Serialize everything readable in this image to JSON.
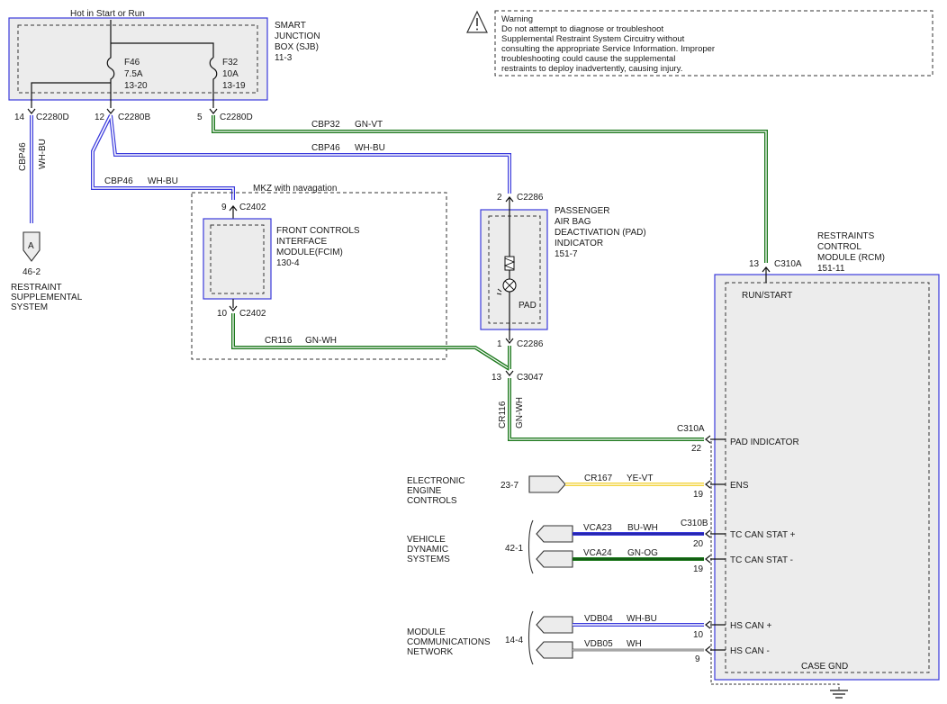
{
  "top_label": "Hot in Start or Run",
  "sjb": {
    "name_lines": [
      "SMART",
      "JUNCTION",
      "BOX (SJB)",
      "11-3"
    ],
    "fuses": [
      {
        "id": "F46",
        "rating": "7.5A",
        "ref": "13-20"
      },
      {
        "id": "F32",
        "rating": "10A",
        "ref": "13-19"
      }
    ]
  },
  "warning": {
    "lines": [
      "Warning",
      "Do not attempt to diagnose or troubleshoot",
      "Supplemental Restraint System Circuitry without",
      "consulting the appropriate Service Information. Improper",
      "troubleshooting could cause the supplemental",
      "restraints to deploy inadvertently, causing injury."
    ]
  },
  "connectors": {
    "c2280d_a": {
      "pin": "14",
      "name": "C2280D"
    },
    "c2280b": {
      "pin": "12",
      "name": "C2280B"
    },
    "c2280d_b": {
      "pin": "5",
      "name": "C2280D"
    },
    "c2402_top": {
      "pin": "9",
      "name": "C2402"
    },
    "c2402_bot": {
      "pin": "10",
      "name": "C2402"
    },
    "c2286_top": {
      "pin": "2",
      "name": "C2286"
    },
    "c2286_bot": {
      "pin": "1",
      "name": "C2286"
    },
    "c3047": {
      "pin": "13",
      "name": "C3047"
    },
    "c310a_top": {
      "pin": "13",
      "name": "C310A"
    },
    "c310a_side": {
      "name": "C310A"
    },
    "c310b": {
      "name": "C310B"
    }
  },
  "wires": {
    "cbp46_vert": {
      "circuit": "CBP46",
      "color": "WH-BU"
    },
    "cbp46_fcim": {
      "circuit": "CBP46",
      "color": "WH-BU"
    },
    "cbp46_pad": {
      "circuit": "CBP46",
      "color": "WH-BU"
    },
    "cbp32": {
      "circuit": "CBP32",
      "color": "GN-VT"
    },
    "cr116_h": {
      "circuit": "CR116",
      "color": "GN-WH"
    },
    "cr116_v": {
      "circuit": "CR116",
      "color": "GN-WH"
    },
    "cr167": {
      "circuit": "CR167",
      "color": "YE-VT"
    },
    "vca23": {
      "circuit": "VCA23",
      "color": "BU-WH"
    },
    "vca24": {
      "circuit": "VCA24",
      "color": "GN-OG"
    },
    "vdb04": {
      "circuit": "VDB04",
      "color": "WH-BU"
    },
    "vdb05": {
      "circuit": "VDB05",
      "color": "WH"
    }
  },
  "restraint_ref": {
    "letter": "A",
    "page": "46-2",
    "name_lines": [
      "RESTRAINT",
      "SUPPLEMENTAL",
      "SYSTEM"
    ]
  },
  "mkz_label": "MKZ with navagation",
  "fcim": {
    "name_lines": [
      "FRONT CONTROLS",
      "INTERFACE",
      "MODULE(FCIM)",
      "130-4"
    ]
  },
  "pad": {
    "name_lines": [
      "PASSENGER",
      "AIR BAG",
      "DEACTIVATION (PAD)",
      "INDICATOR",
      "151-7"
    ],
    "inner_label": "PAD"
  },
  "rcm": {
    "name_lines": [
      "RESTRAINTS",
      "CONTROL",
      "MODULE (RCM)",
      "151-11"
    ],
    "run_start": "RUN/START",
    "case_gnd": "CASE GND",
    "pins": [
      {
        "num": "22",
        "label": "PAD INDICATOR"
      },
      {
        "num": "19",
        "label": "ENS"
      },
      {
        "num": "20",
        "label": "TC CAN STAT +"
      },
      {
        "num": "19",
        "label": "TC CAN STAT -"
      },
      {
        "num": "10",
        "label": "HS CAN +"
      },
      {
        "num": "9",
        "label": "HS CAN -"
      }
    ]
  },
  "refs": {
    "eec": {
      "page": "23-7",
      "name_lines": [
        "ELECTRONIC",
        "ENGINE",
        "CONTROLS"
      ]
    },
    "vds": {
      "page": "42-1",
      "name_lines": [
        "VEHICLE",
        "DYNAMIC",
        "SYSTEMS"
      ]
    },
    "mcn": {
      "page": "14-4",
      "name_lines": [
        "MODULE",
        "COMMUNICATIONS",
        "NETWORK"
      ]
    }
  },
  "colors": {
    "blue": "#3b3bdc",
    "green": "#1f7a1f",
    "yellow": "#f2d33c",
    "white": "#ffffff",
    "black": "#111111"
  },
  "icons": [
    "warning-triangle-icon",
    "fuse-icon",
    "lamp-icon",
    "ground-icon",
    "connector-arrow-icon",
    "module-reference-flag-icon"
  ]
}
